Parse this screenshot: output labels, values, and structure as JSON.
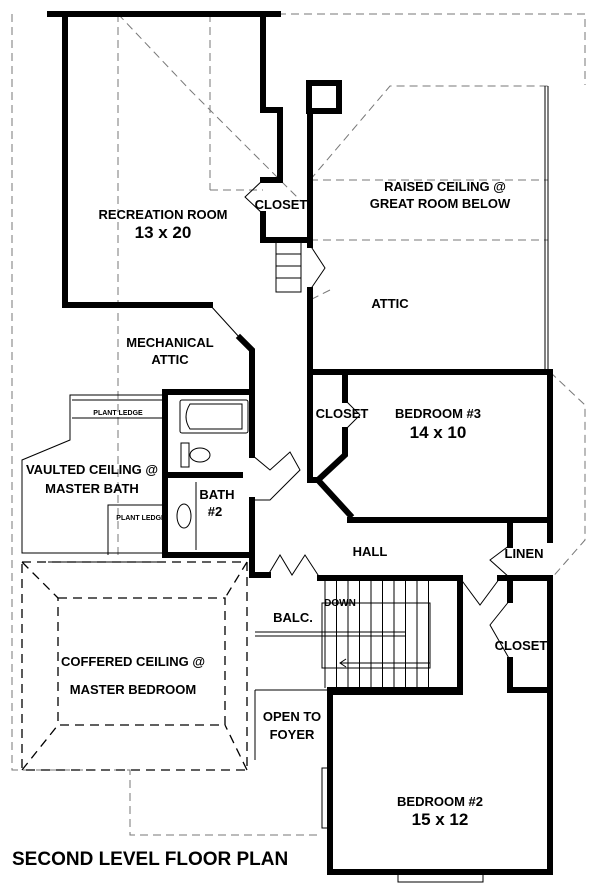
{
  "plan": {
    "title": "SECOND LEVEL FLOOR PLAN",
    "rooms": {
      "recreation_name": "RECREATION ROOM",
      "recreation_size": "13 x 20",
      "closet_top": "CLOSET",
      "raised_line1": "RAISED CEILING @",
      "raised_line2": "GREAT ROOM BELOW",
      "attic": "ATTIC",
      "mech_line1": "MECHANICAL",
      "mech_line2": "ATTIC",
      "closet_bed3": "CLOSET",
      "bedroom3_name": "BEDROOM #3",
      "bedroom3_size": "14 x 10",
      "plant_ledge_1": "PLANT LEDGE",
      "vaulted_line1": "VAULTED CEILING @",
      "vaulted_line2": "MASTER BATH",
      "plant_ledge_2": "PLANT LEDGE",
      "bath_line1": "BATH",
      "bath_line2": "#2",
      "hall": "HALL",
      "linen": "LINEN",
      "down": "DOWN",
      "balc": "BALC.",
      "closet_bed2": "CLOSET",
      "coffered_line1": "COFFERED CEILING @",
      "coffered_line2": "MASTER BEDROOM",
      "open_line1": "OPEN TO",
      "open_line2": "FOYER",
      "bedroom2_name": "BEDROOM #2",
      "bedroom2_size": "15 x 12"
    }
  }
}
